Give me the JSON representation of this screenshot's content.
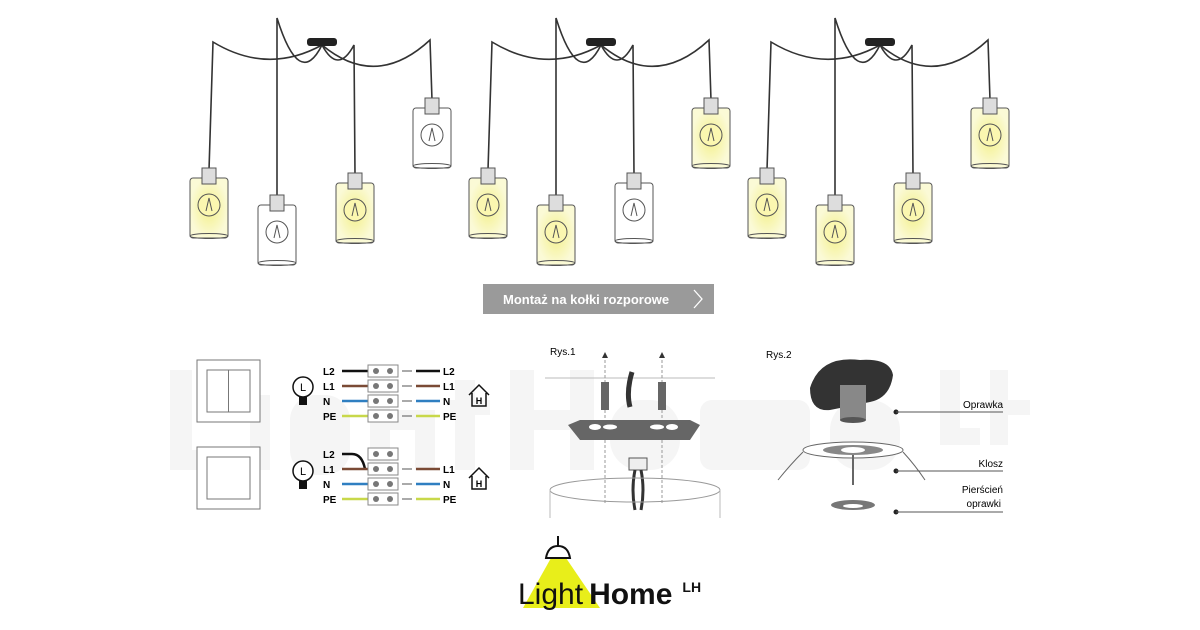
{
  "lamp_groups": [
    {
      "lit": [
        true,
        false,
        true,
        false
      ]
    },
    {
      "lit": [
        true,
        true,
        false,
        true
      ]
    },
    {
      "lit": [
        true,
        true,
        true,
        true
      ]
    }
  ],
  "mount_button": {
    "label": "Montaż na kołki rozporowe",
    "icon": "chevron-right-icon"
  },
  "wiring": {
    "double_switch": {
      "left": [
        "L2",
        "L1",
        "N",
        "PE"
      ],
      "right": [
        "L2",
        "L1",
        "N",
        "PE"
      ]
    },
    "single_switch": {
      "left": [
        "L2",
        "L1",
        "N",
        "PE"
      ],
      "right": [
        "L1",
        "N",
        "PE"
      ]
    },
    "lamp_symbol": "L",
    "house_symbol": "H"
  },
  "figure1": {
    "label": "Rys.1"
  },
  "figure2": {
    "label": "Rys.2",
    "parts": [
      "Oprawka",
      "Klosz",
      "Pierścień",
      "oprawki"
    ]
  },
  "logo": {
    "light": "Light",
    "home": "Home",
    "mark": "LH"
  },
  "watermark": "LightHome LH",
  "colors": {
    "bulb_glow": "#f3f08a",
    "logo_yellow": "#e8ee1a",
    "button_bg": "#9a9a9a",
    "wire_brown": "#7a4a35",
    "wire_blue": "#2f7fc1",
    "wire_pe": "#c8d84a"
  }
}
